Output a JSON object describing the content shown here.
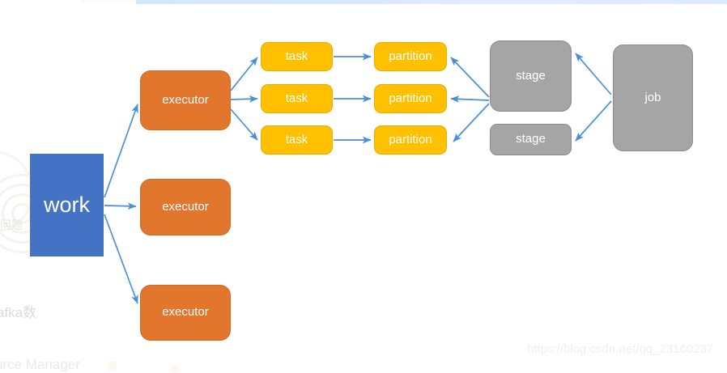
{
  "diagram": {
    "title": "spark work executor task partition stage job flow",
    "colors": {
      "work": "#4472C4",
      "executor": "#E2762C",
      "task": "#FFC000",
      "partition": "#FFC000",
      "stage": "#A5A5A5",
      "job": "#A5A5A5",
      "arrow": "#4A90D9"
    },
    "nodes": {
      "work": {
        "label": "work"
      },
      "executors": [
        {
          "label": "executor"
        },
        {
          "label": "executor"
        },
        {
          "label": "executor"
        }
      ],
      "tasks": [
        {
          "label": "task"
        },
        {
          "label": "task"
        },
        {
          "label": "task"
        }
      ],
      "partitions": [
        {
          "label": "partition"
        },
        {
          "label": "partition"
        },
        {
          "label": "partition"
        }
      ],
      "stages": [
        {
          "label": "stage"
        },
        {
          "label": "stage"
        }
      ],
      "job": {
        "label": "job"
      }
    }
  },
  "background": {
    "texts": [
      {
        "label": "问题"
      },
      {
        "label": "afka数"
      },
      {
        "label": "urce Manager"
      }
    ],
    "watermark": "https://blog.csdn.net/qq_23160237"
  }
}
